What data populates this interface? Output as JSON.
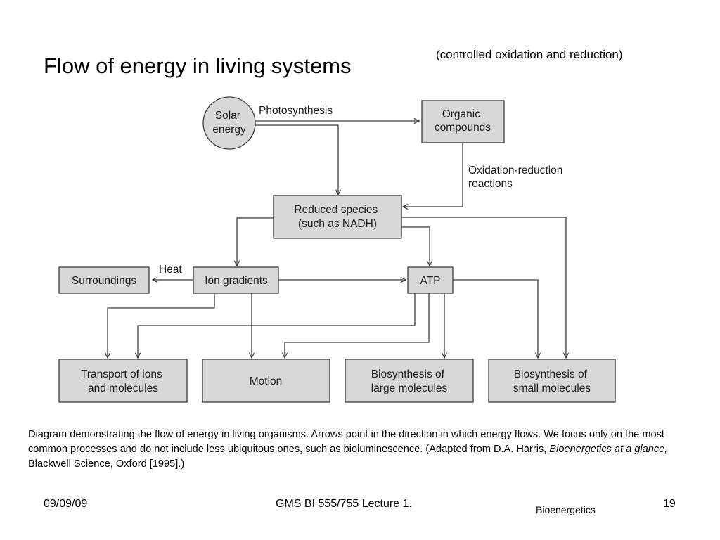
{
  "slide": {
    "title": "Flow of energy in living systems",
    "subtitle": "(controlled oxidation and reduction)"
  },
  "diagram": {
    "nodes": {
      "solar_energy": [
        "Solar",
        "energy"
      ],
      "organic_compounds": [
        "Organic",
        "compounds"
      ],
      "reduced_species": [
        "Reduced species",
        "(such as NADH)"
      ],
      "surroundings": [
        "Surroundings"
      ],
      "ion_gradients": [
        "Ion gradients"
      ],
      "atp": [
        "ATP"
      ],
      "transport": [
        "Transport of ions",
        "and molecules"
      ],
      "motion": [
        "Motion"
      ],
      "biosynthesis_large": [
        "Biosynthesis of",
        "large molecules"
      ],
      "biosynthesis_small": [
        "Biosynthesis of",
        "small molecules"
      ]
    },
    "edge_labels": {
      "photosynthesis": "Photosynthesis",
      "oxidation_reduction": [
        "Oxidation-reduction",
        "reactions"
      ],
      "heat": "Heat"
    }
  },
  "caption": {
    "text": "Diagram demonstrating the flow of energy in living organisms. Arrows point in the direction in which energy flows. We focus only on the most common processes and do not include less ubiquitous ones, such as bioluminescence. (Adapted from D.A. Harris, ",
    "book_title": "Bioenergetics at a glance,",
    "text_end": " Blackwell Science, Oxford [1995].)"
  },
  "footer": {
    "date": "09/09/09",
    "course": "GMS BI 555/755 Lecture 1.",
    "topic": "Bioenergetics",
    "page": "19"
  }
}
